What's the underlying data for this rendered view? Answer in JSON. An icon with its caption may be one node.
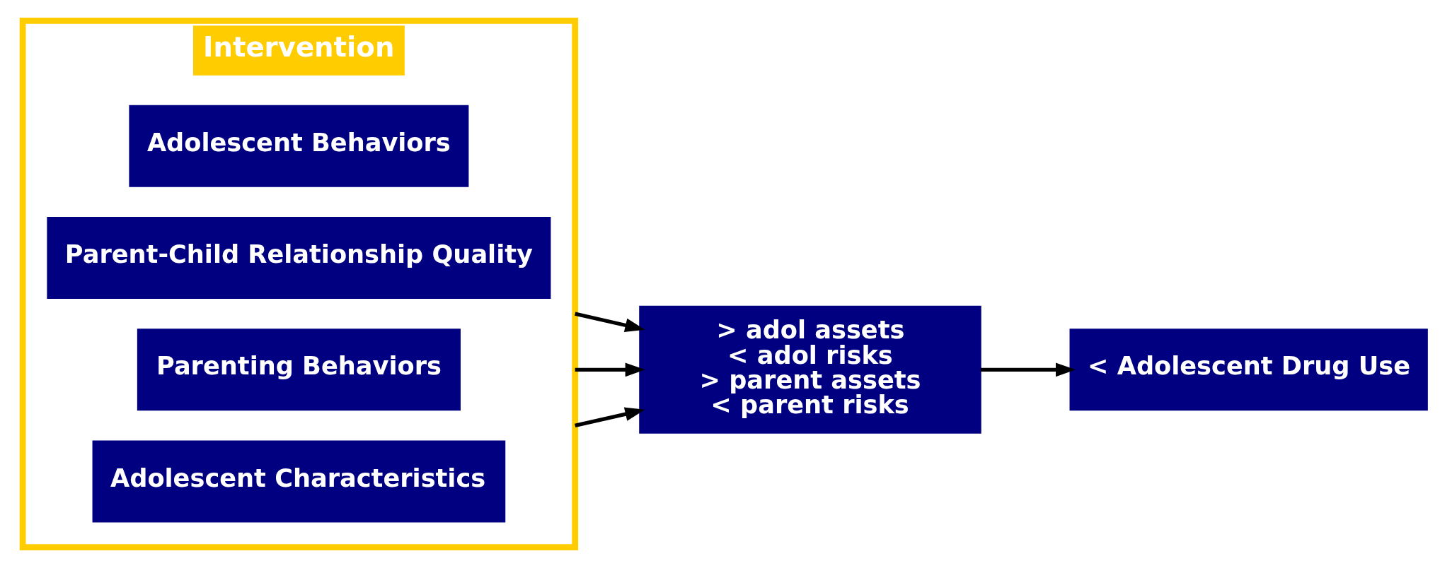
{
  "diagram": {
    "nodes": [
      {
        "text": [
          "Intervention"
        ]
      },
      {
        "text": [
          "Adolescent Characteristics"
        ],
        "in": 0
      },
      {
        "text": [
          "Parenting Behaviors"
        ],
        "in": 0
      },
      {
        "text": [
          "Parent-Child Relationship Quality"
        ],
        "in": 0
      },
      {
        "text": [
          "Adolescent Behaviors"
        ],
        "in": 0
      },
      {
        "text": [
          "> adol assets",
          "< adol risks",
          "> parent assets",
          "< parent risks"
        ]
      },
      {
        "text": [
          "< Adolescent Drug Use"
        ]
      }
    ],
    "edges": [
      {
        "from": 0,
        "to": 5,
        "arrow": "to"
      },
      {
        "from": 0,
        "to": 5,
        "arrow": "to"
      },
      {
        "from": 0,
        "to": 5,
        "arrow": "to"
      },
      {
        "from": 5,
        "to": 6,
        "arrow": "to"
      }
    ]
  }
}
